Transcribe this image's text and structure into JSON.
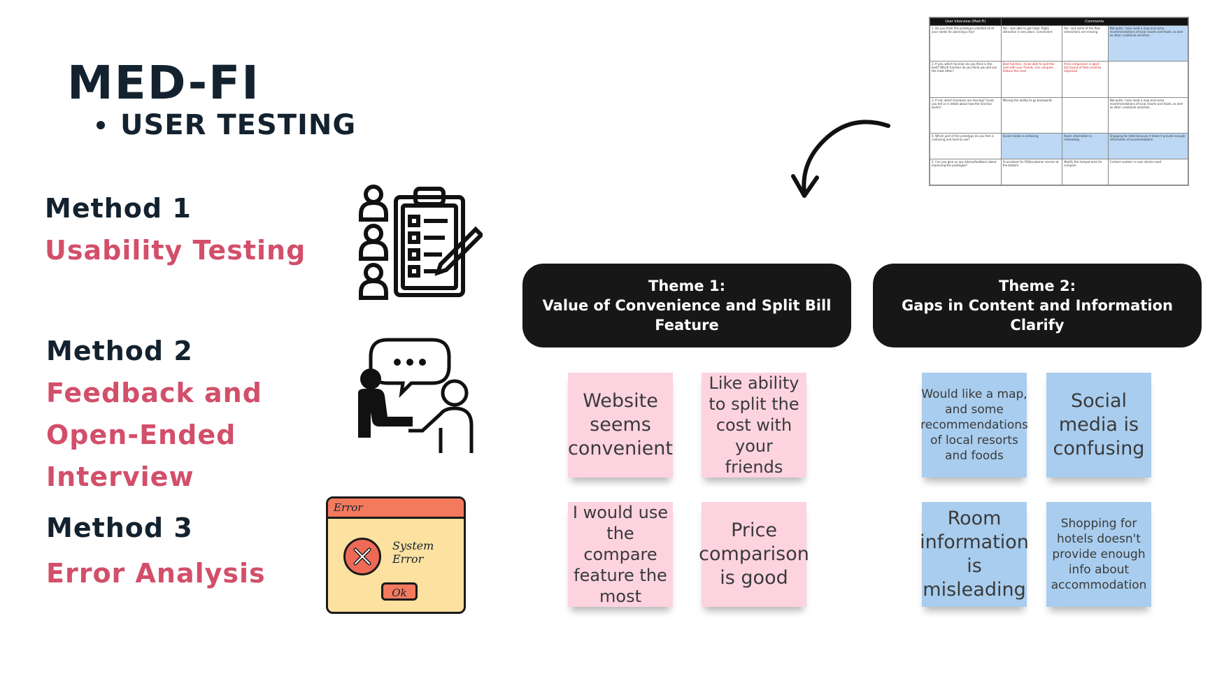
{
  "title": "MED-FI",
  "subtitle": "USER TESTING",
  "methods": [
    {
      "label": "Method 1",
      "name": "Usability Testing"
    },
    {
      "label": "Method 2",
      "name": "Feedback and Open-Ended Interview"
    },
    {
      "label": "Method 3",
      "name": "Error Analysis"
    }
  ],
  "error_dialog": {
    "title": "Error",
    "message_line1": "System",
    "message_line2": "Error",
    "ok": "Ok"
  },
  "spreadsheet": {
    "headers": [
      "User Interview (Med-Fi)",
      "Comments"
    ],
    "rows": [
      [
        "1. Do you think this prototype satisfied all of your needs for planning a trip?",
        "Yes - was able to get hotel, flight, attraction in one place. Convenient",
        "Yes - but some of the flow interactions are missing",
        "Not quite, I also need a map and some recommendations of local resorts and foods, as well as other creational activities"
      ],
      [
        "2. If yes, which function do you think is the best? Which function do you think you will use the most often?",
        "Best function - to be able to split the cost with your friends. Use compare feature the most",
        "Price comparison is good - but layout of that could be improved",
        ""
      ],
      [
        "3. If not, which functions are missing? Could you tell us in detail about how the function works?",
        "Missing the ability to go backwards",
        "",
        "Not quite, I also need a map and some recommendations of local resorts and foods, as well as other creational activities."
      ],
      [
        "4. Which part of the prototype do you feel is confusing and hard to use?",
        "Social media is confusing",
        "Room information is misleading",
        "Shopping for hotel because it doesn't provide enough information of accommodation."
      ],
      [
        "5. Can you give us any advise/feedback about improving the prototype?",
        "AI assistant for FAQ/customer service at the bottom",
        "Modify the hotspot area for compare",
        "Contact number in case clients need"
      ]
    ]
  },
  "themes": [
    {
      "label": "Theme 1:",
      "title": "Value of Convenience and Split Bill Feature"
    },
    {
      "label": "Theme 2:",
      "title": "Gaps in Content and Information Clarify"
    }
  ],
  "notes": [
    "Website seems convenient",
    "Like ability to split the cost with your friends",
    "I would use the compare feature the most",
    "Price comparison is good",
    "Would like a map, and some recommendations of local resorts and foods",
    "Social media is confusing",
    "Room information is misleading",
    "Shopping for hotels doesn't provide enough info about accommodation"
  ],
  "colors": {
    "title": "#13222e",
    "accent": "#d24f6a",
    "theme_bg": "#171717",
    "note_pink": "#fcd3df",
    "note_blue": "#a9cdee",
    "error_bar": "#f47a5e",
    "error_body": "#fde1a0"
  }
}
